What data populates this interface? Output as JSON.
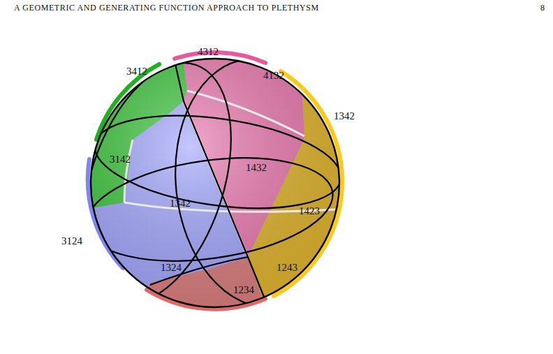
{
  "diagram": {
    "labels": [
      "A GEOMETRIC AND GENERATING FUNCTION APPROACH TO PLETHYSM",
      "8",
      "4312",
      "3412",
      "4132",
      "1342",
      "3142",
      "1432",
      "1342",
      "1423",
      "3124",
      "1324",
      "1243",
      "1234"
    ]
  }
}
